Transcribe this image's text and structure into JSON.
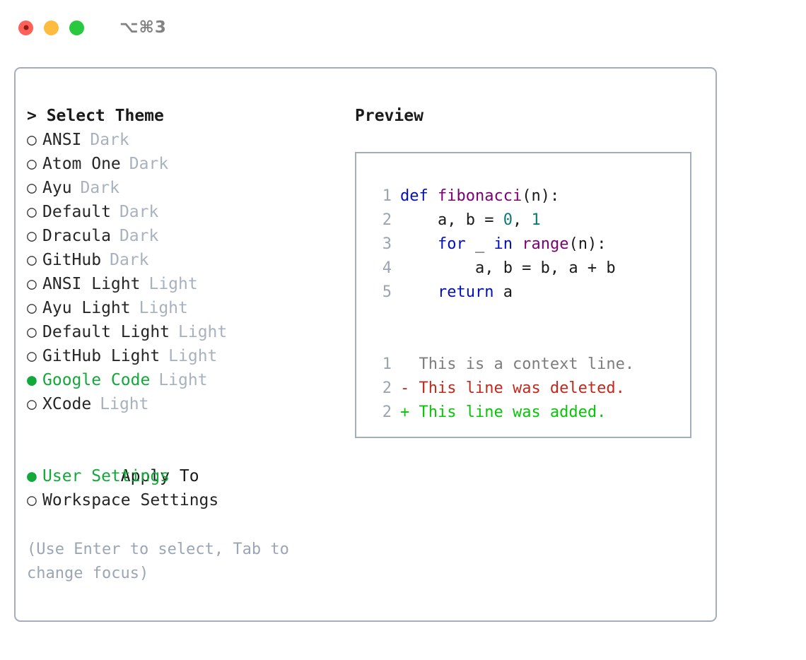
{
  "window": {
    "shortcut": "⌥⌘3",
    "controls": [
      "close-button",
      "minimize-button",
      "maximize-button"
    ],
    "accent_green": "#12a83a",
    "border_color": "#a3adbb"
  },
  "theme_picker": {
    "header": "> Select Theme",
    "items": [
      {
        "bullet": "○",
        "label": "ANSI",
        "badge": "Dark",
        "selected": false
      },
      {
        "bullet": "○",
        "label": "Atom One",
        "badge": "Dark",
        "selected": false
      },
      {
        "bullet": "○",
        "label": "Ayu",
        "badge": "Dark",
        "selected": false
      },
      {
        "bullet": "○",
        "label": "Default",
        "badge": "Dark",
        "selected": false
      },
      {
        "bullet": "○",
        "label": "Dracula",
        "badge": "Dark",
        "selected": false
      },
      {
        "bullet": "○",
        "label": "GitHub",
        "badge": "Dark",
        "selected": false
      },
      {
        "bullet": "○",
        "label": "ANSI Light",
        "badge": "Light",
        "selected": false
      },
      {
        "bullet": "○",
        "label": "Ayu Light",
        "badge": "Light",
        "selected": false
      },
      {
        "bullet": "○",
        "label": "Default Light",
        "badge": "Light",
        "selected": false
      },
      {
        "bullet": "○",
        "label": "GitHub Light",
        "badge": "Light",
        "selected": false
      },
      {
        "bullet": "●",
        "label": "Google Code",
        "badge": "Light",
        "selected": true
      },
      {
        "bullet": "○",
        "label": "XCode",
        "badge": "Light",
        "selected": false
      }
    ]
  },
  "apply_to": {
    "header": "Apply To",
    "items": [
      {
        "bullet": "●",
        "label": "User Settings",
        "selected": true
      },
      {
        "bullet": "○",
        "label": "Workspace Settings",
        "selected": false
      }
    ]
  },
  "hint": "(Use Enter to select, Tab to change focus)",
  "preview": {
    "title": "Preview",
    "code_lines": [
      {
        "no": "1",
        "tokens": [
          {
            "t": "def ",
            "c": "kw"
          },
          {
            "t": "fibonacci",
            "c": "fn"
          },
          {
            "t": "(n):",
            "c": "pln"
          }
        ]
      },
      {
        "no": "2",
        "tokens": [
          {
            "t": "    a, b = ",
            "c": "pln"
          },
          {
            "t": "0",
            "c": "num"
          },
          {
            "t": ", ",
            "c": "pln"
          },
          {
            "t": "1",
            "c": "num"
          }
        ]
      },
      {
        "no": "3",
        "tokens": [
          {
            "t": "    ",
            "c": "pln"
          },
          {
            "t": "for",
            "c": "kw"
          },
          {
            "t": " _ ",
            "c": "pln"
          },
          {
            "t": "in",
            "c": "kw"
          },
          {
            "t": " ",
            "c": "pln"
          },
          {
            "t": "range",
            "c": "fn"
          },
          {
            "t": "(n):",
            "c": "pln"
          }
        ]
      },
      {
        "no": "4",
        "tokens": [
          {
            "t": "        a, b = b, a + b",
            "c": "pln"
          }
        ]
      },
      {
        "no": "5",
        "tokens": [
          {
            "t": "    ",
            "c": "pln"
          },
          {
            "t": "return",
            "c": "kw"
          },
          {
            "t": " a",
            "c": "pln"
          }
        ]
      }
    ],
    "diff_lines": [
      {
        "no": "1",
        "marker": "  ",
        "text": "This is a context line.",
        "kind": "ctx"
      },
      {
        "no": "2",
        "marker": "- ",
        "text": "This line was deleted.",
        "kind": "del"
      },
      {
        "no": "2",
        "marker": "+ ",
        "text": "This line was added.",
        "kind": "add"
      }
    ]
  }
}
